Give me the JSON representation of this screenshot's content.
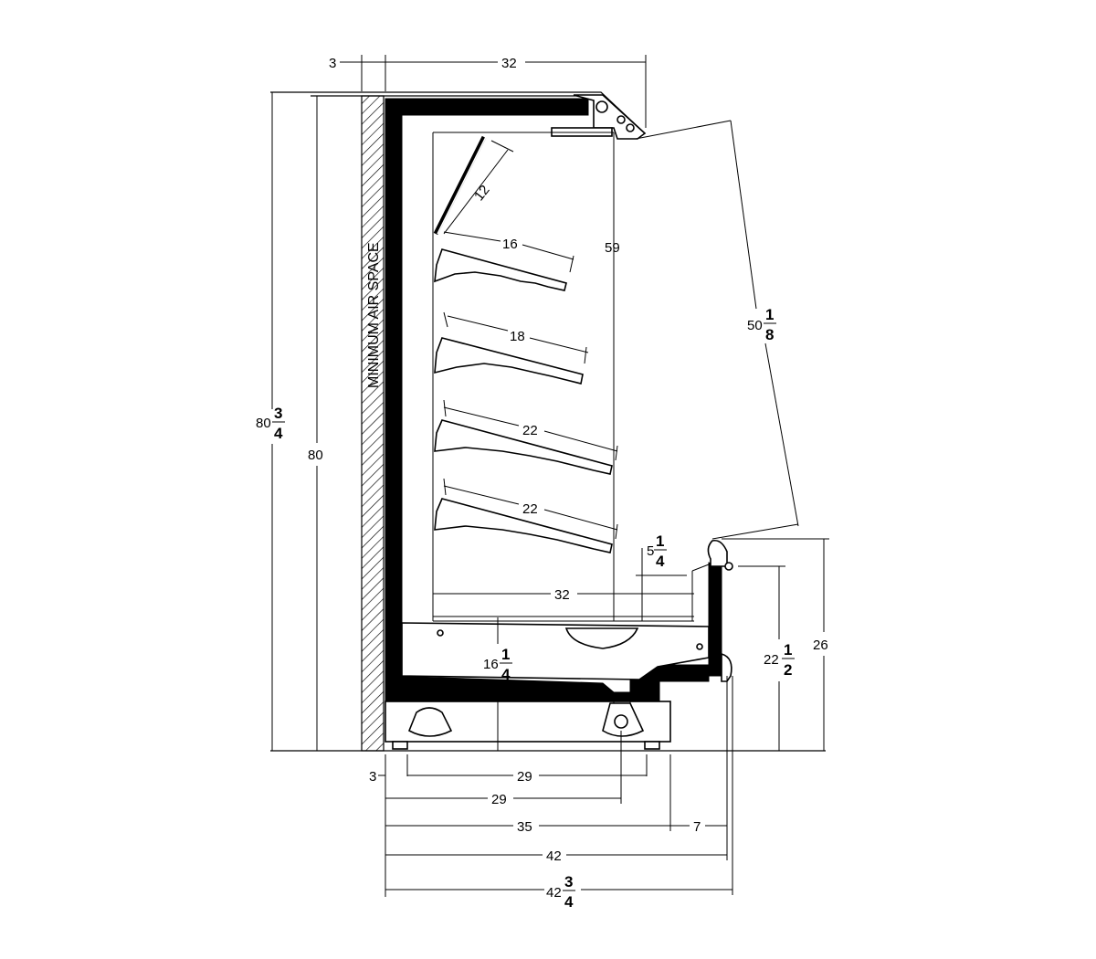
{
  "labels": {
    "air_space": "MINIMUM AIR SPACE"
  },
  "dimensions": {
    "top_clearance": "3",
    "top_depth": "32",
    "shelf_top": "12",
    "shelf_1": "16",
    "shelf_2": "18",
    "shelf_3": "22",
    "shelf_4": "22",
    "inner_depth": "32",
    "display_height": "59",
    "opening_whole": "50",
    "opening_num": "1",
    "opening_den": "8",
    "overall_height_whole": "80",
    "overall_height_num": "3",
    "overall_height_den": "4",
    "height": "80",
    "lip_whole": "5",
    "lip_num": "1",
    "lip_den": "4",
    "base_whole": "16",
    "base_num": "1",
    "base_den": "4",
    "front_whole": "22",
    "front_num": "1",
    "front_den": "2",
    "front_total": "26",
    "bottom_clearance": "3",
    "foot_span": "29",
    "base_to_drain": "29",
    "body_depth": "35",
    "front_ext": "7",
    "depth_42": "42",
    "overall_depth_whole": "42",
    "overall_depth_num": "3",
    "overall_depth_den": "4"
  }
}
